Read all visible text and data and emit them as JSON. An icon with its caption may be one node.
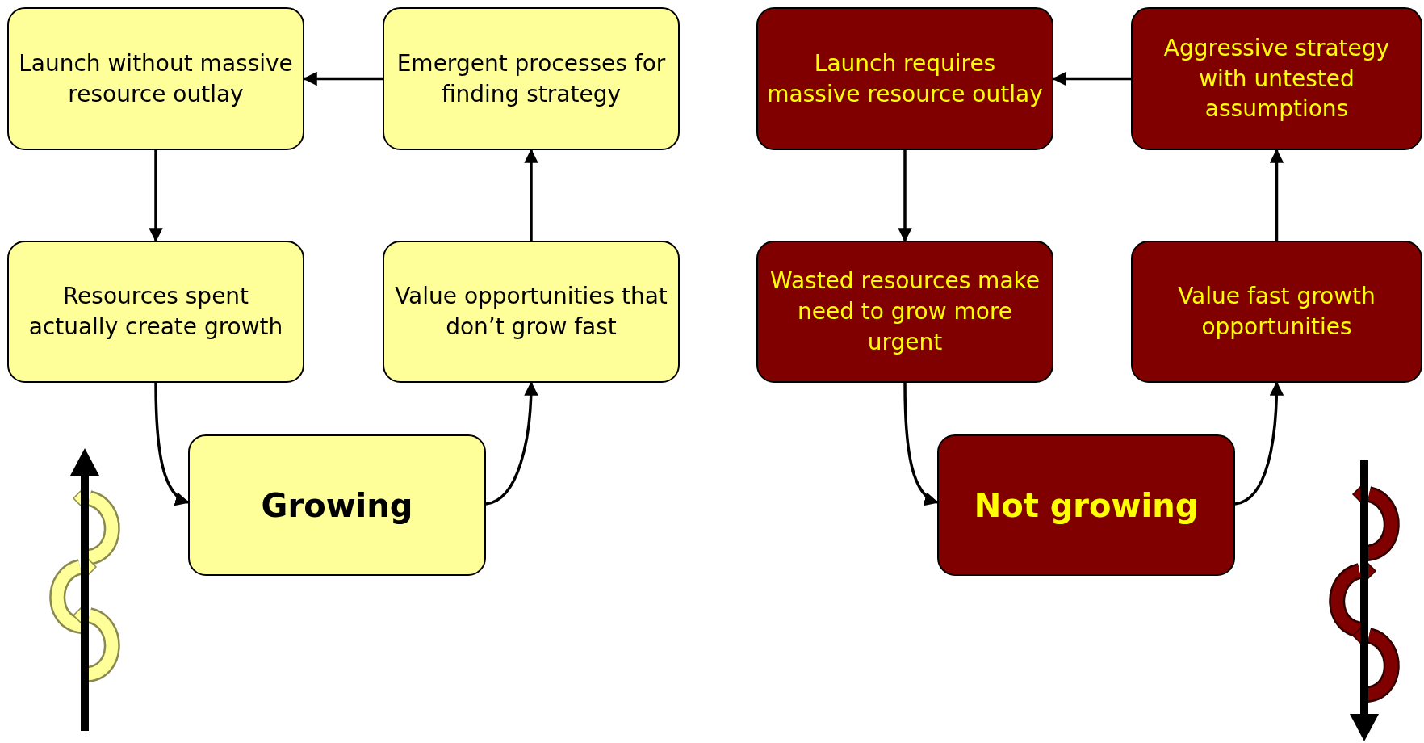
{
  "diagram": {
    "nodes": [
      {
        "text": [
          "Launch without massive resource outlay"
        ]
      },
      {
        "text": [
          "Emergent processes for finding strategy"
        ]
      },
      {
        "text": [
          "Resources spent actually create growth"
        ]
      },
      {
        "text": [
          "Value opportunities that don’t grow fast"
        ]
      },
      {
        "text": [
          "Growing"
        ]
      },
      {
        "text": [
          "Launch requires massive resource outlay"
        ]
      },
      {
        "text": [
          "Aggressive strategy with untested assumptions"
        ]
      },
      {
        "text": [
          "Wasted resources make need to grow more urgent"
        ]
      },
      {
        "text": [
          "Value fast growth opportunities"
        ]
      },
      {
        "text": [
          "Not growing"
        ]
      }
    ],
    "edges": [
      {
        "from": 1,
        "to": 0,
        "arrow": "to"
      },
      {
        "from": 0,
        "to": 2,
        "arrow": "to"
      },
      {
        "from": 2,
        "to": 4,
        "arrow": "to"
      },
      {
        "from": 4,
        "to": 3,
        "arrow": "to"
      },
      {
        "from": 3,
        "to": 1,
        "arrow": "to"
      },
      {
        "from": 6,
        "to": 5,
        "arrow": "to"
      },
      {
        "from": 5,
        "to": 7,
        "arrow": "to"
      },
      {
        "from": 7,
        "to": 9,
        "arrow": "to"
      },
      {
        "from": 9,
        "to": 8,
        "arrow": "to"
      },
      {
        "from": 8,
        "to": 6,
        "arrow": "to"
      }
    ]
  }
}
